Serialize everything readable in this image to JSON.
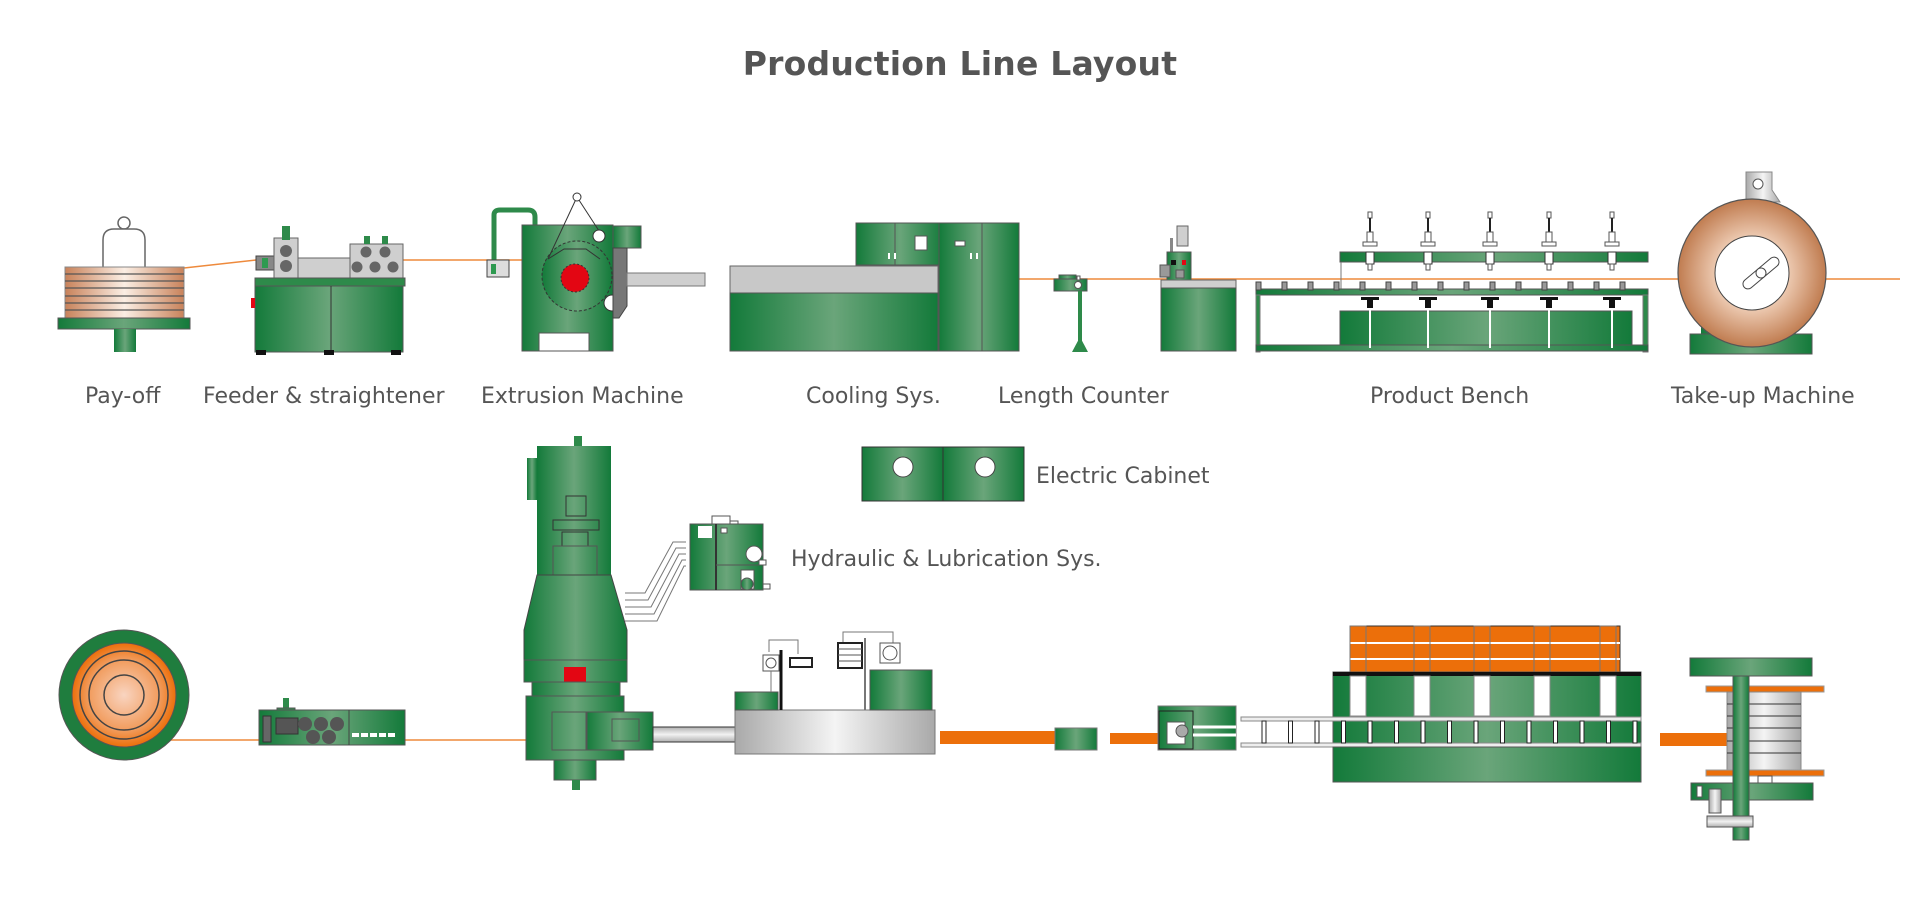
{
  "title": "Production Line Layout",
  "colors": {
    "machine_green": "#1f8040",
    "machine_green_light": "#6aa57a",
    "copper": "#c8825a",
    "orange": "#ec6f0a",
    "steel_gray": "#c8c8c8",
    "accent_red": "#e30613",
    "wire": "#ee8a3c",
    "text": "#555555"
  },
  "top_row": {
    "stations": [
      {
        "id": "payoff",
        "label": "Pay-off"
      },
      {
        "id": "feeder",
        "label": "Feeder & straightener"
      },
      {
        "id": "extrusion",
        "label": "Extrusion Machine"
      },
      {
        "id": "cooling",
        "label": "Cooling Sys."
      },
      {
        "id": "length_counter",
        "label": "Length Counter"
      },
      {
        "id": "product_bench",
        "label": "Product Bench"
      },
      {
        "id": "takeup",
        "label": "Take-up  Machine"
      }
    ]
  },
  "legend": {
    "electric_cabinet": "Electric Cabinet",
    "hydraulic": "Hydraulic & Lubrication Sys."
  }
}
